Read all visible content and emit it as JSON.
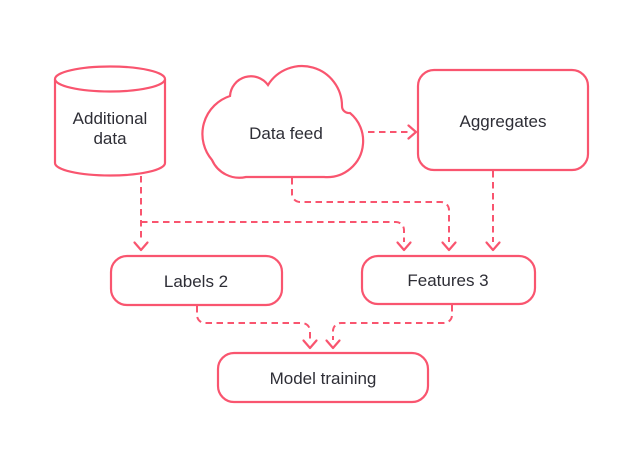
{
  "colors": {
    "accent": "#F9556F",
    "text": "#2E2E36",
    "background": "#FFFFFF"
  },
  "nodes": {
    "additional_data": {
      "type": "database",
      "label": "Additional data",
      "label_lines": [
        "Additional",
        "data"
      ]
    },
    "data_feed": {
      "type": "cloud",
      "label": "Data feed"
    },
    "aggregates": {
      "type": "box",
      "label": "Aggregates"
    },
    "labels": {
      "type": "box",
      "label": "Labels 2"
    },
    "features": {
      "type": "box",
      "label": "Features 3"
    },
    "model_training": {
      "type": "box",
      "label": "Model training"
    }
  },
  "edges": [
    {
      "from": "data_feed",
      "to": "aggregates",
      "style": "dashed-arrow"
    },
    {
      "from": "additional_data",
      "to": "labels",
      "style": "dashed-arrow"
    },
    {
      "from": "additional_data",
      "to": "features",
      "style": "dashed-arrow"
    },
    {
      "from": "data_feed",
      "to": "features",
      "style": "dashed-arrow"
    },
    {
      "from": "aggregates",
      "to": "features",
      "style": "dashed-arrow"
    },
    {
      "from": "labels",
      "to": "model_training",
      "style": "dashed-arrow"
    },
    {
      "from": "features",
      "to": "model_training",
      "style": "dashed-arrow"
    }
  ]
}
